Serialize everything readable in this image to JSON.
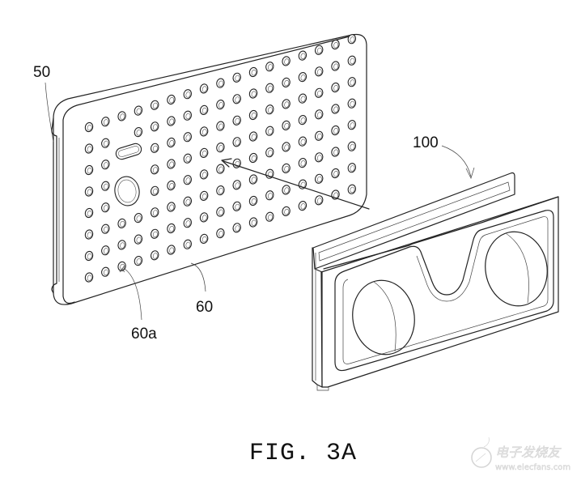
{
  "figure": {
    "caption": "FIG. 3A",
    "labels": {
      "case": "50",
      "back_plate": "60",
      "plate_hole": "60a",
      "vr_device": "100"
    },
    "hole_grid": {
      "rows": 8,
      "columns": 17
    }
  },
  "watermark": {
    "name": "电子发烧友",
    "url": "www.elecfans.com"
  }
}
